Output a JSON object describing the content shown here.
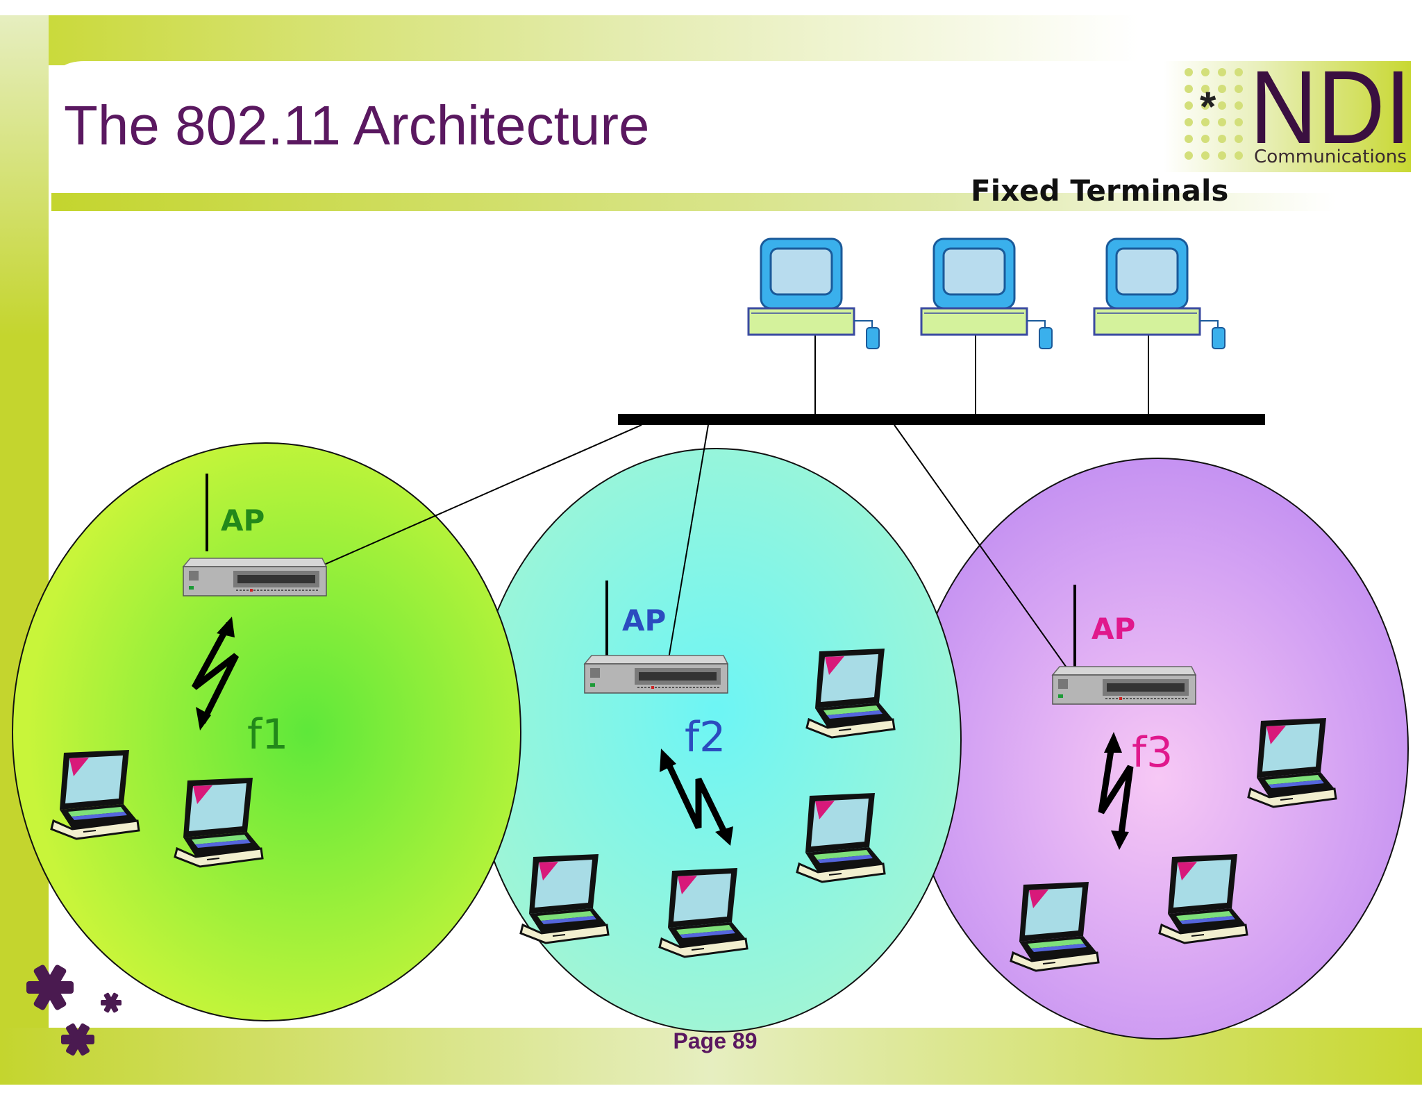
{
  "slide": {
    "title": "The 802.11 Architecture",
    "page_label": "Page 89"
  },
  "logo": {
    "brand": "NDI",
    "tagline": "Communications",
    "star": "*"
  },
  "diagram": {
    "fixed_terminals_label": "Fixed Terminals",
    "cells": [
      {
        "ap_label": "AP",
        "frequency": "f1",
        "ap_color": "#22881a",
        "freq_color": "#22881a"
      },
      {
        "ap_label": "AP",
        "frequency": "f2",
        "ap_color": "#2b4bbf",
        "freq_color": "#2b4bbf"
      },
      {
        "ap_label": "AP",
        "frequency": "f3",
        "ap_color": "#e0188c",
        "freq_color": "#e0188c"
      }
    ]
  },
  "colors": {
    "title": "#5a1860",
    "accent_green": "#c4d52e",
    "cell1": "#c8f53a",
    "cell2": "#9ff5d8",
    "cell3": "#c898f5"
  }
}
